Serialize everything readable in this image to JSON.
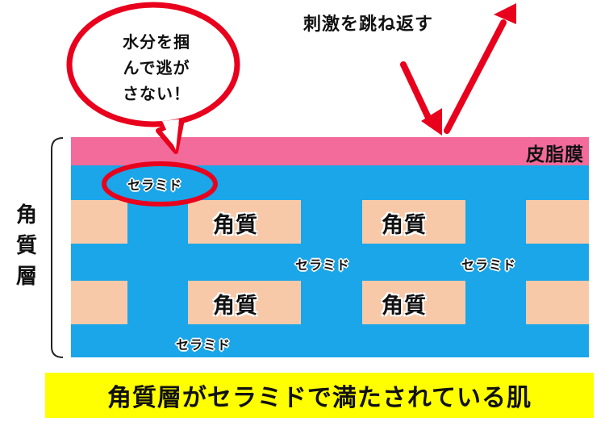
{
  "stimulus_label": "刺激を跳ね返す",
  "speech_bubble": {
    "lines": [
      "水分を掴",
      "んで逃が",
      "さない！"
    ]
  },
  "sebum_label": "皮脂膜",
  "side_label": {
    "lines": [
      "角",
      "質",
      "層"
    ]
  },
  "corneocyte_label": "角質",
  "ceramide_label": "セラミド",
  "caption": "角質層がセラミドで満たされている肌",
  "colors": {
    "sebum": "#f26b9a",
    "intercellular": "#1aa6e8",
    "corneocyte": "#f8c9a8",
    "highlight": "#e8001c",
    "caption_bg": "#ffff00"
  }
}
